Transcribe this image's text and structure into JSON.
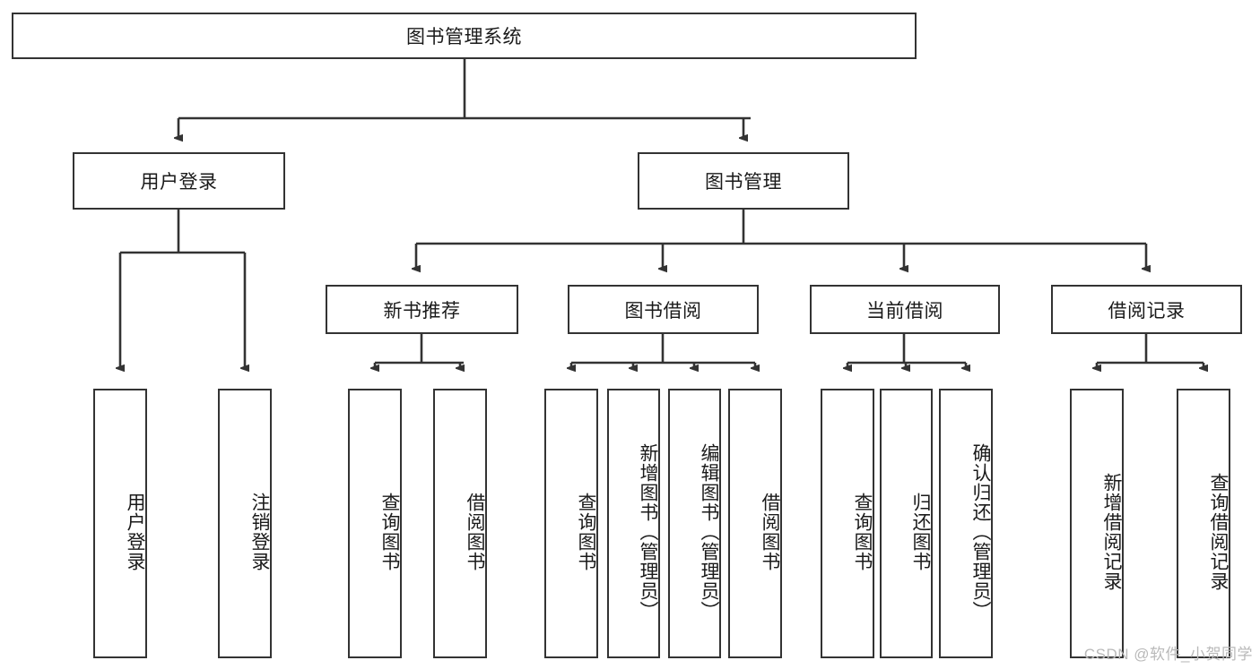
{
  "diagram": {
    "title_node": {
      "label": "图书管理系统"
    },
    "level1": [
      {
        "id": "user-login",
        "label": "用户登录"
      },
      {
        "id": "book-management",
        "label": "图书管理"
      }
    ],
    "level2": [
      {
        "id": "new-book-recommend",
        "label": "新书推荐"
      },
      {
        "id": "book-borrow",
        "label": "图书借阅"
      },
      {
        "id": "current-borrow",
        "label": "当前借阅"
      },
      {
        "id": "borrow-record",
        "label": "借阅记录"
      }
    ],
    "leaves": {
      "user_login": [
        {
          "id": "leaf-user-login",
          "label": "用户登录"
        },
        {
          "id": "leaf-logout-login",
          "label": "注销登录"
        }
      ],
      "new_book_recommend": [
        {
          "id": "leaf-query-book-1",
          "label": "查询图书"
        },
        {
          "id": "leaf-borrow-book-1",
          "label": "借阅图书"
        }
      ],
      "book_borrow": [
        {
          "id": "leaf-query-book-2",
          "label": "查询图书"
        },
        {
          "id": "leaf-add-book",
          "label": "新增图书（管理员）"
        },
        {
          "id": "leaf-edit-book",
          "label": "编辑图书（管理员）"
        },
        {
          "id": "leaf-borrow-book-2",
          "label": "借阅图书"
        }
      ],
      "current_borrow": [
        {
          "id": "leaf-query-book-3",
          "label": "查询图书"
        },
        {
          "id": "leaf-return-book",
          "label": "归还图书"
        },
        {
          "id": "leaf-confirm-return",
          "label": "确认归还（管理员）"
        }
      ],
      "borrow_record": [
        {
          "id": "leaf-add-record",
          "label": "新增借阅记录"
        },
        {
          "id": "leaf-query-record",
          "label": "查询借阅记录"
        }
      ]
    }
  },
  "watermark": {
    "text": "CSDN @软件_小贺同学"
  },
  "colors": {
    "border": "#333333",
    "background": "#ffffff",
    "text": "#1a1a1a",
    "watermark": "#b9b9b9"
  }
}
